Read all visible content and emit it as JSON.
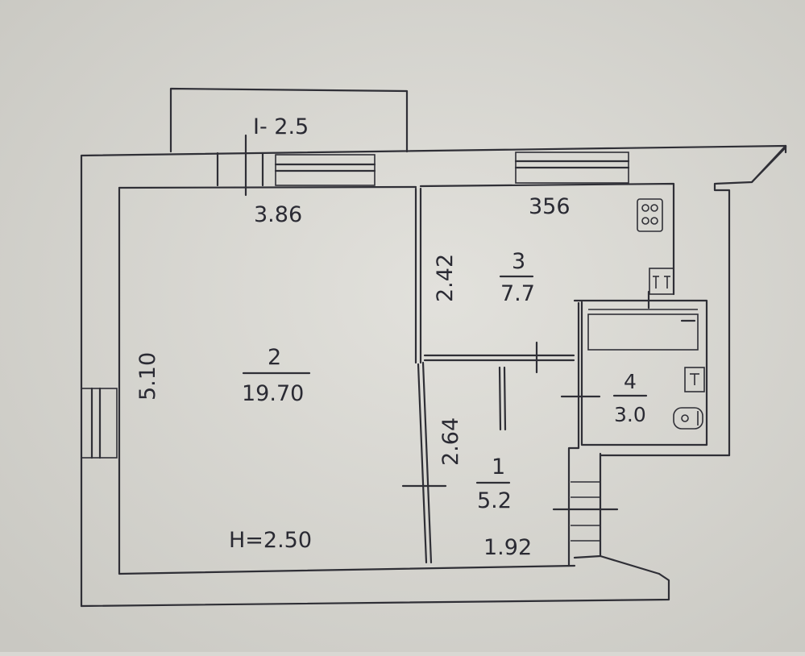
{
  "balcony": {
    "label": "I- 2.5"
  },
  "rooms": {
    "room_2": {
      "number": "2",
      "area": "19.70"
    },
    "room_3": {
      "number": "3",
      "area": "7.7"
    },
    "room_1": {
      "number": "1",
      "area": "5.2"
    },
    "room_4": {
      "number": "4",
      "area": "3.0"
    }
  },
  "dimensions": {
    "room2_width": "3.86",
    "room2_depth": "5.10",
    "room3_width": "356",
    "room3_depth": "2.42",
    "room1_depth": "2.64",
    "room1_width": "1.92",
    "ceiling_height": "H=2.50"
  },
  "colors": {
    "paper": "#d9d8d3",
    "ink": "#2f2f36"
  }
}
